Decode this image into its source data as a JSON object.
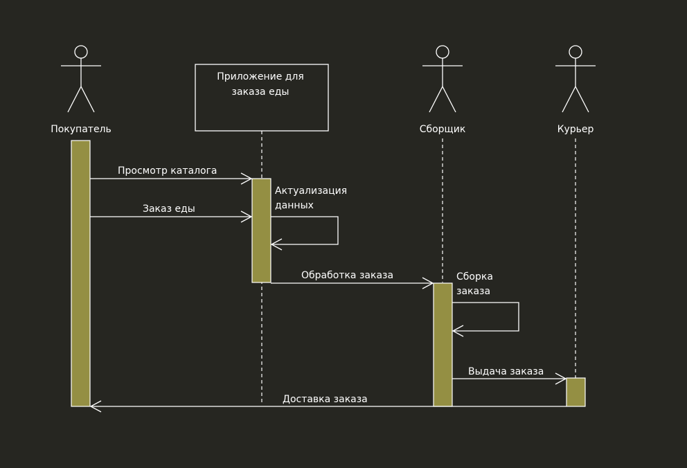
{
  "colors": {
    "background": "#262621",
    "activation": "#948f43",
    "line": "#ffffff",
    "text": "#ffffff"
  },
  "participants": {
    "buyer": "Покупатель",
    "app_line1": "Приложение для",
    "app_line2": "заказа еды",
    "picker": "Сборщик",
    "courier": "Курьер"
  },
  "messages": {
    "browse_catalog": "Просмотр каталога",
    "order_food": "Заказ еды",
    "update_data_line1": "Актуализация",
    "update_data_line2": "данных",
    "process_order": "Обработка заказа",
    "assemble_order_line1": "Сборка",
    "assemble_order_line2": "заказа",
    "hand_over_order": "Выдача заказа",
    "deliver_order": "Доставка заказа"
  }
}
